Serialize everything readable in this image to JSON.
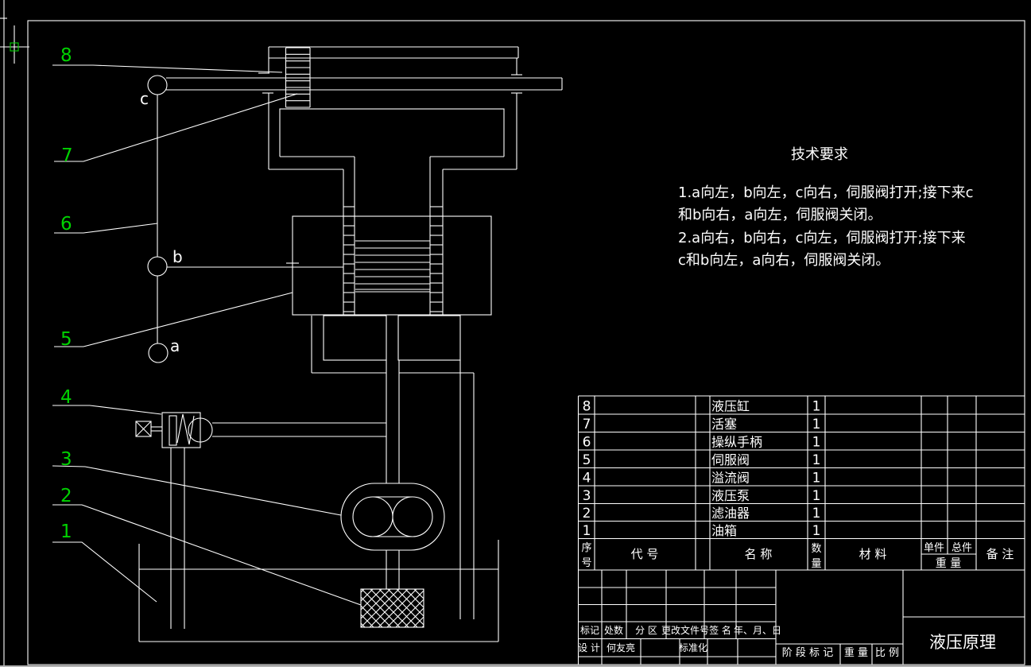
{
  "app": {
    "colors": {
      "background": "#000000",
      "lines": "#ffffff",
      "leader_green": "#00d200",
      "statusbar_gray": "#b5b5b5"
    },
    "cursor": "crosshair-with-pickbox"
  },
  "schematic": {
    "leader_numbers": [
      "1",
      "2",
      "3",
      "4",
      "5",
      "6",
      "7",
      "8"
    ],
    "joint_labels": {
      "a": "a",
      "b": "b",
      "c": "c"
    }
  },
  "tech_req": {
    "title": "技术要求",
    "lines": [
      "1.a向左，b向左，c向右，伺服阀打开;接下来c",
      "和b向右，a向左，伺服阀关闭。",
      "2.a向右，b向右，c向左，伺服阀打开;接下来",
      "c和b向左，a向右，伺服阀关闭。"
    ]
  },
  "parts_table": {
    "headers": {
      "seq_top": "序",
      "seq_bottom": "号",
      "code": "代  号",
      "name": "名  称",
      "qty_top": "数",
      "qty_bottom": "量",
      "material": "材  料",
      "unit": "单件",
      "total": "总件",
      "weight": "重  量",
      "remark": "备  注"
    },
    "rows": [
      {
        "seq": "8",
        "name": "液压缸",
        "qty": "1"
      },
      {
        "seq": "7",
        "name": "活塞",
        "qty": "1"
      },
      {
        "seq": "6",
        "name": "操纵手柄",
        "qty": "1"
      },
      {
        "seq": "5",
        "name": "伺服阀",
        "qty": "1"
      },
      {
        "seq": "4",
        "name": "溢流阀",
        "qty": "1"
      },
      {
        "seq": "3",
        "name": "液压泵",
        "qty": "1"
      },
      {
        "seq": "2",
        "name": "滤油器",
        "qty": "1"
      },
      {
        "seq": "1",
        "name": "油箱",
        "qty": "1"
      }
    ]
  },
  "title_block": {
    "revision_row": [
      "标记",
      "处数",
      "分 区",
      "更改文件号",
      "签 名",
      "年、月、日"
    ],
    "designer_label": "设  计",
    "designer_name": "何友亮",
    "standard_label": "标准化",
    "stage_label": "阶 段 标 记",
    "weight_label": "重 量",
    "scale_label": "比 例",
    "drawing_title": "液压原理"
  }
}
